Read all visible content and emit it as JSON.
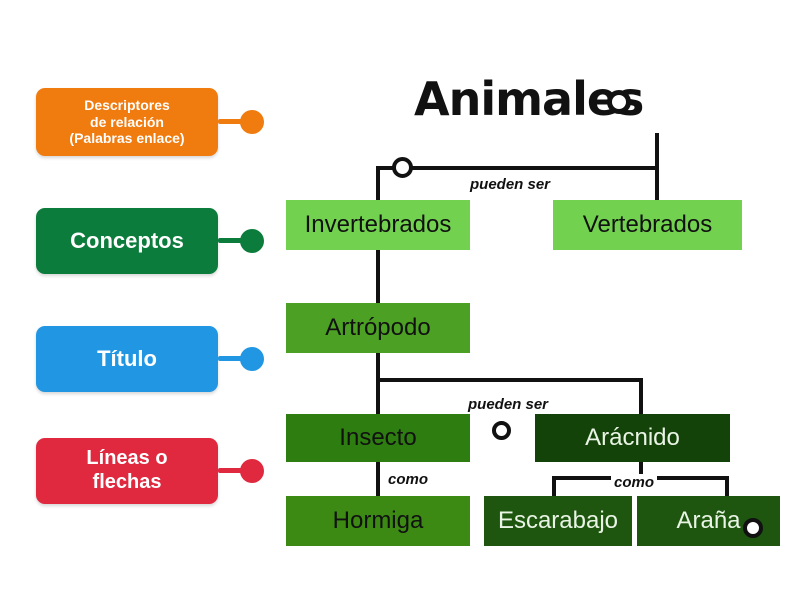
{
  "diagram": {
    "title": "Animales",
    "title_marker": "drop-target-circle"
  },
  "legend": {
    "items": [
      {
        "id": "descriptores",
        "lines": [
          "Descriptores",
          "de relación",
          "(Palabras enlace)"
        ],
        "text": "Descriptores de relación (Palabras enlace)",
        "color": "#F07B0F"
      },
      {
        "id": "conceptos",
        "lines": [
          "Conceptos"
        ],
        "text": "Conceptos",
        "color": "#0C7C3C"
      },
      {
        "id": "titulo",
        "lines": [
          "Título"
        ],
        "text": "Título",
        "color": "#2196E3"
      },
      {
        "id": "lineas",
        "lines": [
          "Líneas o",
          "flechas"
        ],
        "text": "Líneas o flechas",
        "color": "#E0283F"
      }
    ]
  },
  "nodes": {
    "invertebrados": {
      "label": "Invertebrados",
      "bg": "#72D24F",
      "fg": "#111111"
    },
    "vertebrados": {
      "label": "Vertebrados",
      "bg": "#72D24F",
      "fg": "#111111"
    },
    "artropodo": {
      "label": "Artrópodo",
      "bg": "#4CA124",
      "fg": "#111111"
    },
    "insecto": {
      "label": "Insecto",
      "bg": "#2E7D10",
      "fg": "#111111"
    },
    "aracnido": {
      "label": "Arácnido",
      "bg": "#14430A",
      "fg": "#E9F4E4"
    },
    "hormiga": {
      "label": "Hormiga",
      "bg": "#3C8A14",
      "fg": "#111111"
    },
    "escarabajo": {
      "label": "Escarabajo",
      "bg": "#1E5610",
      "fg": "#E9F4E4"
    },
    "arana": {
      "label": "Araña",
      "bg": "#1E5610",
      "fg": "#E9F4E4"
    }
  },
  "link_labels": {
    "pueden_ser_top": "pueden ser",
    "pueden_ser_mid": "pueden ser",
    "como_left": "como",
    "como_right": "como"
  },
  "markers": {
    "title_slot": "drop-slot-circle",
    "top_branch_slot": "drop-slot-circle",
    "mid_branch_slot": "drop-slot-circle",
    "arana_slot": "drop-slot-circle"
  }
}
